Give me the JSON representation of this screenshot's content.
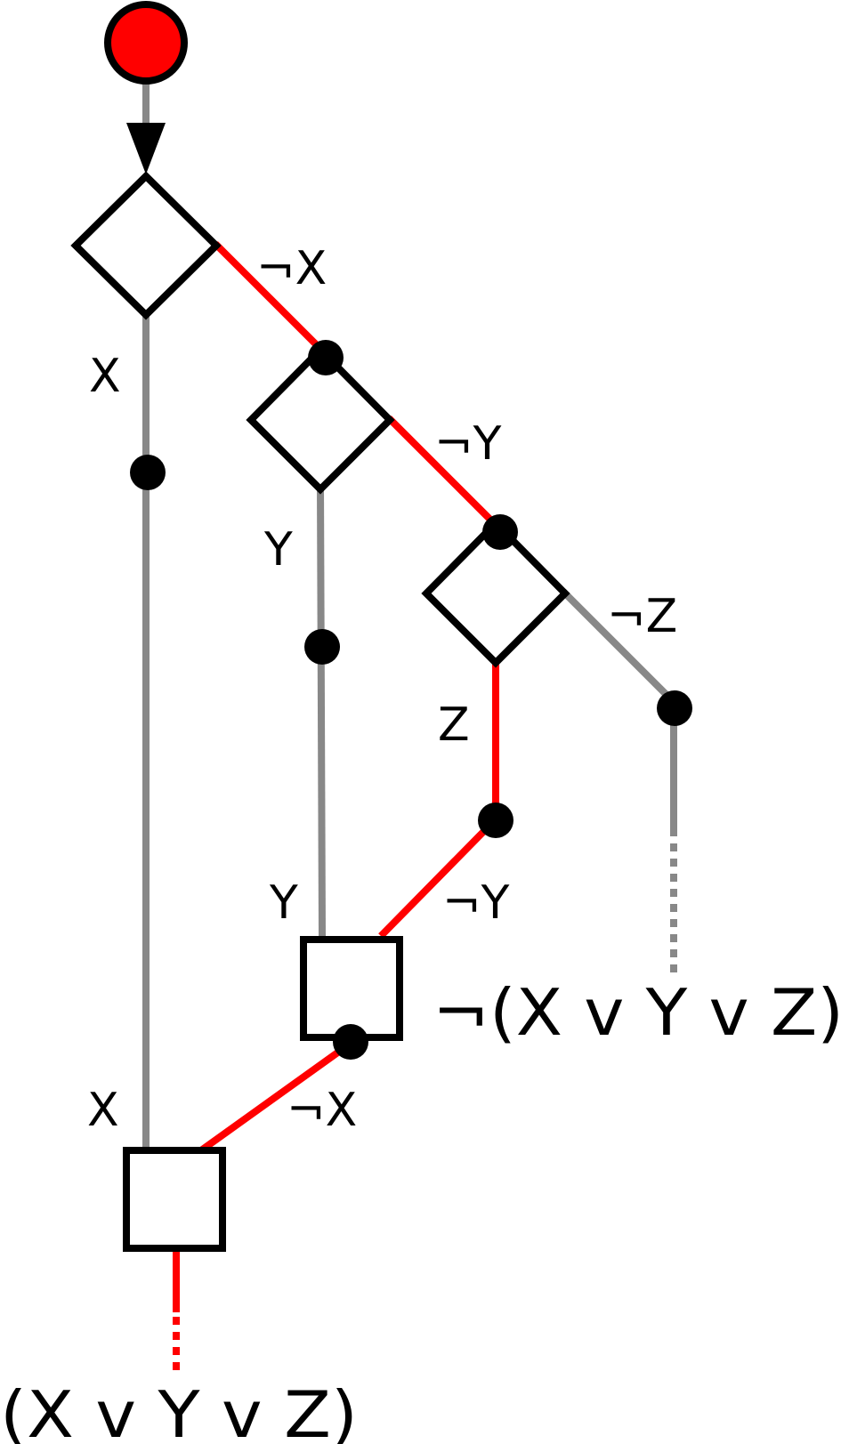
{
  "colors": {
    "active": "#ff0000",
    "inactive": "#888888",
    "node_stroke": "#000000",
    "start_fill": "#ff0000"
  },
  "labels": {
    "d1_false": "¬X",
    "d1_true": "X",
    "d2_false": "¬Y",
    "d2_true": "Y",
    "d3_false": "¬Z",
    "d3_true": "Z",
    "m1_in_left": "Y",
    "m1_in_right": "¬Y",
    "m1_out": "¬(X v Y v Z)",
    "m2_in_left": "X",
    "m2_in_right": "¬X",
    "m2_out": "(X v Y v Z)"
  }
}
